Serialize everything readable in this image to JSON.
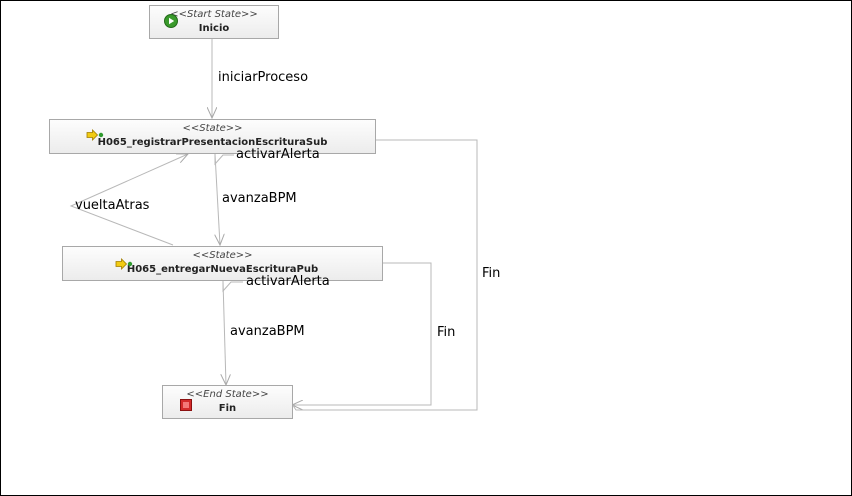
{
  "nodes": {
    "start": {
      "stereotype": "<<Start State>>",
      "name": "Inicio",
      "icon": "play-circle-icon"
    },
    "registrar": {
      "stereotype": "<<State>>",
      "name": "H065_registrarPresentacionEscrituraSub",
      "icon": "state-arrow-icon"
    },
    "entregar": {
      "stereotype": "<<State>>",
      "name": "H065_entregarNuevaEscrituraPub",
      "icon": "state-arrow-icon"
    },
    "end": {
      "stereotype": "<<End State>>",
      "name": "Fin",
      "icon": "stop-square-icon"
    }
  },
  "edges": {
    "iniciarProceso": "iniciarProceso",
    "activarAlerta1": "activarAlerta",
    "avanzaBPM1": "avanzaBPM",
    "vueltaAtras": "vueltaAtras",
    "activarAlerta2": "activarAlerta",
    "avanzaBPM2": "avanzaBPM",
    "fin1": "Fin",
    "fin2": "Fin"
  },
  "colors": {
    "edge_line": "#b8b8b8",
    "start_icon": "#3a9a2c",
    "end_icon": "#d42a2a",
    "state_icon": "#e8b400"
  }
}
